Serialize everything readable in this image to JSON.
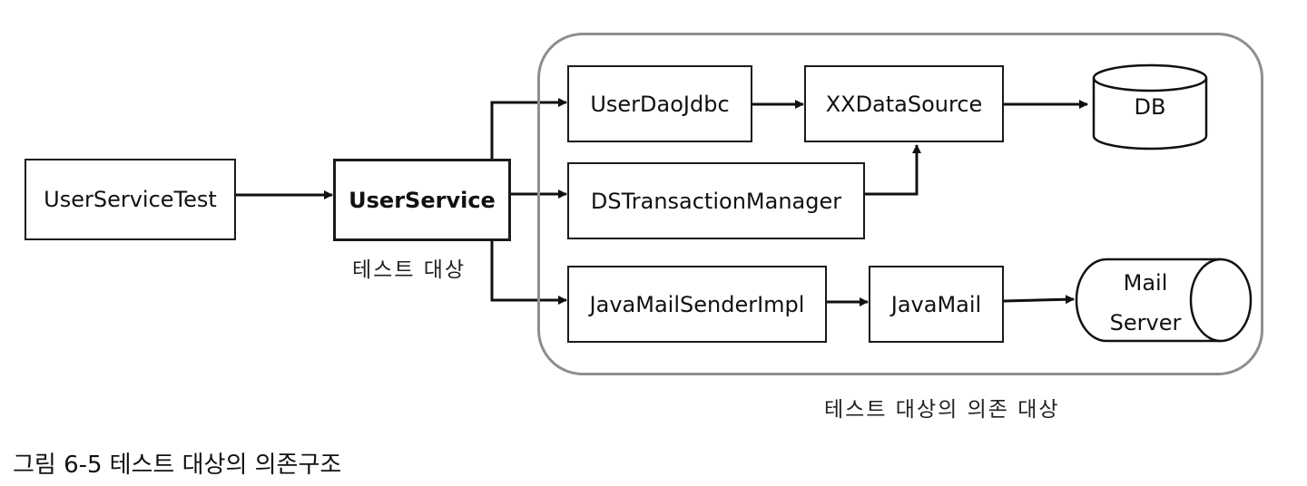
{
  "nodes": {
    "user_service_test": "UserServiceTest",
    "user_service": "UserService",
    "user_dao_jdbc": "UserDaoJdbc",
    "xx_data_source": "XXDataSource",
    "db": "DB",
    "ds_transaction_manager": "DSTransactionManager",
    "java_mail_sender_impl": "JavaMailSenderImpl",
    "java_mail": "JavaMail",
    "mail_server_line1": "Mail",
    "mail_server_line2": "Server"
  },
  "captions": {
    "test_target": "테스트 대상",
    "dependency_target": "테스트 대상의 의존 대상"
  },
  "figure": {
    "number": "그림 6-5",
    "title": "테스트 대상의 의존구조"
  }
}
